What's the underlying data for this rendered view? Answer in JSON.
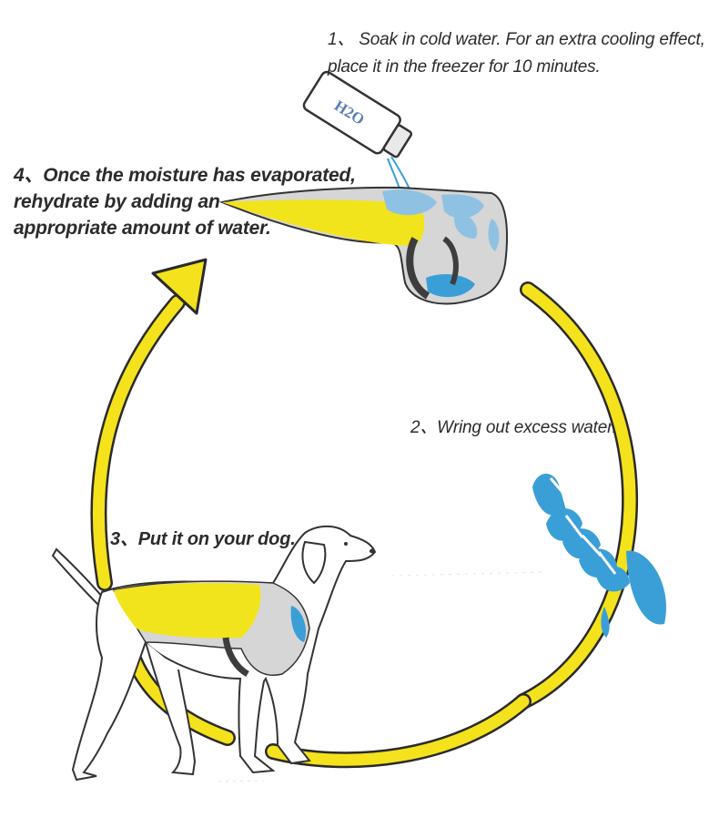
{
  "colors": {
    "arrow": "#f4e21c",
    "arrow_outline": "#2a2a2a",
    "vest_yellow": "#f2e41c",
    "vest_blue": "#3a9fd6",
    "vest_light_blue": "#8fc1e3",
    "vest_gray": "#d6d6d6",
    "strap": "#3d3d3d",
    "text": "#2b2b2b"
  },
  "steps": {
    "step1": {
      "line1": "1、 Soak in cold water. For an extra cooling effect,",
      "line2": "place it in the freezer for 10 minutes."
    },
    "step2": {
      "line1": "2、Wring out excess water."
    },
    "step3": {
      "line1": "3、Put it on your dog."
    },
    "step4": {
      "line1": "4、Once the moisture has evaporated,",
      "line2": "rehydrate by adding an",
      "line3": "appropriate amount of water."
    }
  },
  "illustrations": {
    "bottle_label": "H2O",
    "icons": [
      "water-bottle-icon",
      "cooling-vest-icon",
      "wrung-vest-icon",
      "dog-icon",
      "cycle-arrow-icon"
    ]
  }
}
